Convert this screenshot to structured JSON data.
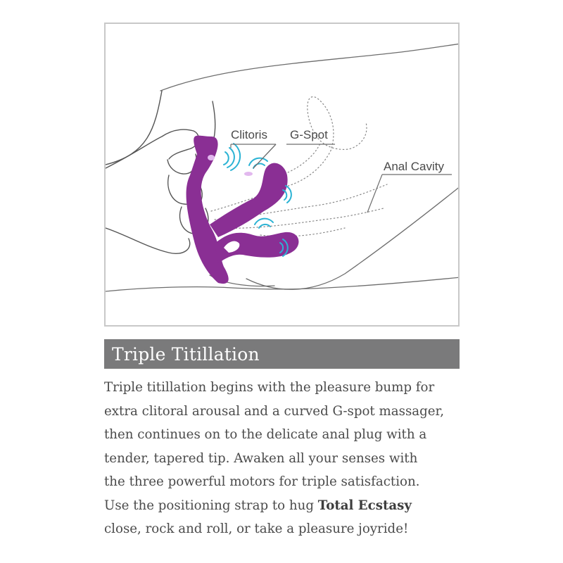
{
  "illustration": {
    "labels": {
      "clitoris": "Clitoris",
      "gspot": "G-Spot",
      "anal": "Anal Cavity"
    },
    "colors": {
      "product": "#8a2f94",
      "vibration": "#2bb3d4",
      "line": "#6d6d6d"
    }
  },
  "section": {
    "title": "Triple Titillation"
  },
  "description": {
    "line1": "Triple titillation begins with the pleasure bump for",
    "line2": "extra clitoral arousal and a curved G-spot massager,",
    "line3": "then continues on to the delicate anal plug with a",
    "line4": "tender, tapered tip. Awaken all your senses with",
    "line5": "the three powerful motors for triple satisfaction.",
    "line6_prefix": "Use the positioning strap to hug",
    "line6_bold": "Total Ecstasy",
    "line7": "close, rock and roll, or take a pleasure joyride!"
  }
}
